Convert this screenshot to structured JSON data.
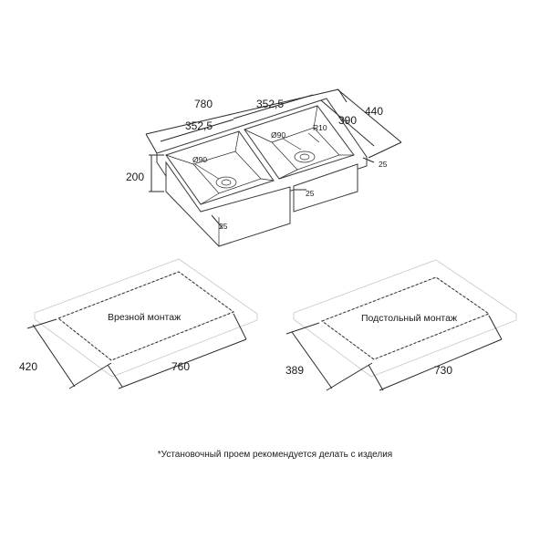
{
  "sink": {
    "dims": {
      "total_length": "780",
      "bowl_right_width": "352,5",
      "bowl_left_width": "352,5",
      "bowl_depth_front": "390",
      "total_depth": "440",
      "height": "200",
      "radius": "R10",
      "drain_left": "Ø90",
      "drain_right": "Ø90",
      "offset_left": "25",
      "offset_middle": "25",
      "offset_right": "25"
    }
  },
  "mount_flush": {
    "title": "Врезной монтаж",
    "width": "420",
    "length": "760"
  },
  "mount_under": {
    "title": "Подстольный монтаж",
    "width": "389",
    "length": "730"
  },
  "footnote": "*Установочный проем рекомендуется делать с изделия"
}
